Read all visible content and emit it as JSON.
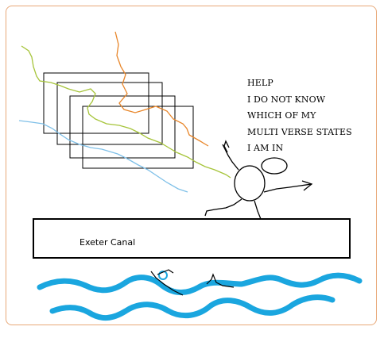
{
  "speech": {
    "lines": [
      "HELP",
      "I DO NOT KNOW",
      "WHICH OF MY",
      "MULTI VERSE STATES",
      "I AM IN"
    ]
  },
  "canal": {
    "label": "Exeter Canal"
  },
  "colors": {
    "frame": "#e8a878",
    "water": "#1aa6df",
    "line_orange": "#e8862a",
    "line_green": "#a6c43a",
    "line_blue": "#7fc0e8"
  }
}
